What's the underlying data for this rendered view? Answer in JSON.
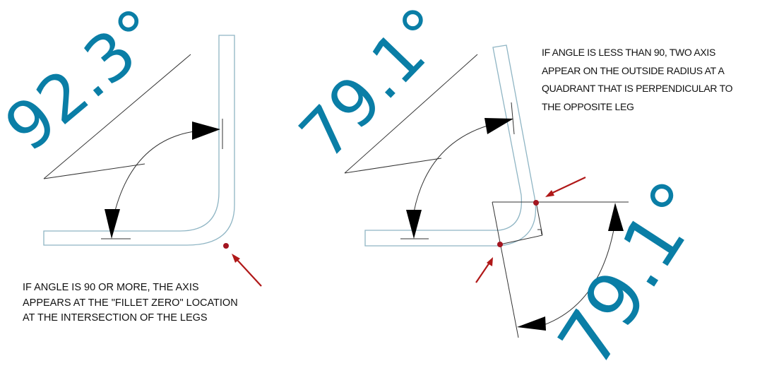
{
  "colors": {
    "dimension_text": "#0a7ea6",
    "part_outline": "#8fb5c4",
    "marker": "#a31520",
    "line": "#222222"
  },
  "left_diagram": {
    "angle_label": "92.3°",
    "note_lines": [
      "IF ANGLE IS 90 OR MORE, THE AXIS",
      "APPEARS AT THE \"FILLET ZERO\" LOCATION",
      "AT THE INTERSECTION OF THE LEGS"
    ]
  },
  "right_diagram": {
    "angle_label_top": "79.1°",
    "angle_label_bottom": "79.1°",
    "note_lines": [
      "IF ANGLE IS LESS THAN 90, TWO AXIS",
      "APPEAR ON THE OUTSIDE RADIUS AT A",
      "QUADRANT THAT IS PERPENDICULAR TO",
      "THE OPPOSITE LEG"
    ]
  }
}
